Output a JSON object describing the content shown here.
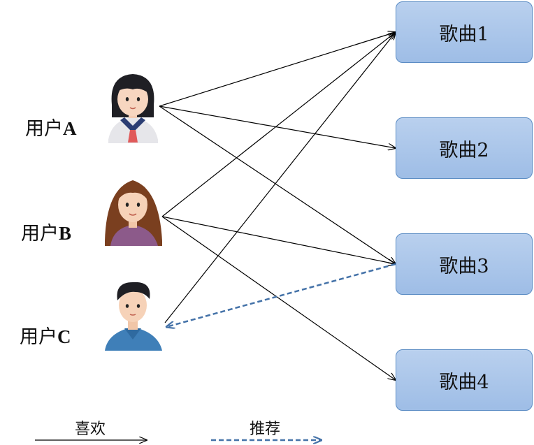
{
  "users": [
    {
      "id": "A",
      "prefix": "用户",
      "letter": "A"
    },
    {
      "id": "B",
      "prefix": "用户",
      "letter": "B"
    },
    {
      "id": "C",
      "prefix": "用户",
      "letter": "C"
    }
  ],
  "songs": [
    {
      "label": "歌曲1"
    },
    {
      "label": "歌曲2"
    },
    {
      "label": "歌曲3"
    },
    {
      "label": "歌曲4"
    }
  ],
  "likes": [
    {
      "from": "A",
      "to": 1
    },
    {
      "from": "A",
      "to": 2
    },
    {
      "from": "A",
      "to": 3
    },
    {
      "from": "B",
      "to": 1
    },
    {
      "from": "B",
      "to": 3
    },
    {
      "from": "B",
      "to": 4
    },
    {
      "from": "C",
      "to": 1
    }
  ],
  "recommendations": [
    {
      "from_song": 3,
      "to": "C"
    }
  ],
  "legend": {
    "like_label": "喜欢",
    "recommend_label": "推荐"
  },
  "colors": {
    "like_line": "#000000",
    "recommend_line": "#4472a8",
    "song_fill": "#a8c4ea",
    "song_border": "#5b8cc4"
  }
}
